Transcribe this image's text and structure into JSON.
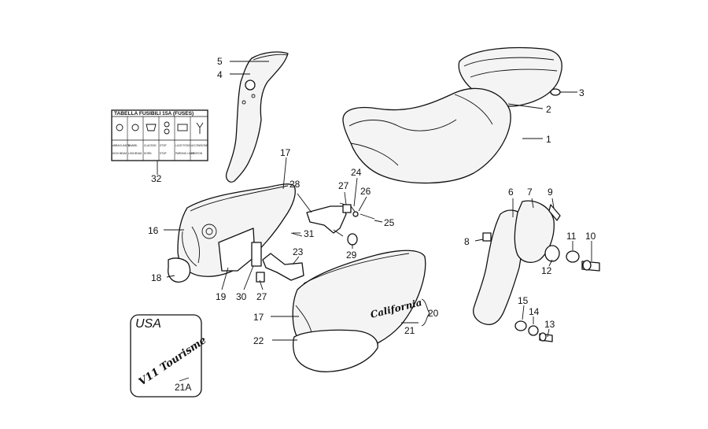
{
  "callouts": {
    "c1": "1",
    "c2": "2",
    "c3": "3",
    "c4": "4",
    "c5": "5",
    "c6": "6",
    "c7": "7",
    "c8": "8",
    "c9": "9",
    "c10": "10",
    "c11": "11",
    "c12": "12",
    "c13": "13",
    "c14": "14",
    "c15": "15",
    "c16": "16",
    "c17a": "17",
    "c17b": "17",
    "c18": "18",
    "c19": "19",
    "c20": "20",
    "c21": "21",
    "c21a": "21A",
    "c22": "22",
    "c23": "23",
    "c24": "24",
    "c25": "25",
    "c26": "26",
    "c27a": "27",
    "c27b": "27",
    "c28": "28",
    "c29": "29",
    "c30": "30",
    "c31": "31",
    "c32": "32"
  },
  "fuse_label": {
    "title": "TABELLA FUSIBILI 15A (FUSES)",
    "row1": [
      "ABBAGLIANTE",
      "ANABB.",
      "CLACSON",
      "STOP",
      "LUCE POSIZ.",
      "ACCENSIONE"
    ],
    "row2": [
      "HIGH BEAM",
      "LOW BEAM",
      "HORN",
      "STOP",
      "PARKING LIGHT",
      "IGNITION"
    ]
  },
  "usa_inset": {
    "label": "USA",
    "logo_text": "V11 Tourisme"
  },
  "side_panel_script": "California"
}
